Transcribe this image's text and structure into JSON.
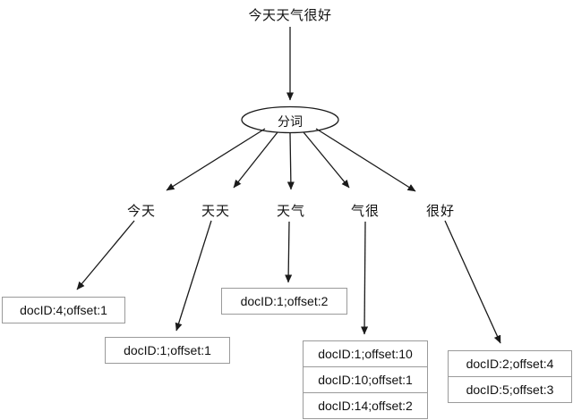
{
  "colors": {
    "background": "#ffffff",
    "line": "#1a1a1a",
    "box_border": "#9a9a9a",
    "text": "#111111"
  },
  "diagram": {
    "input_text": "今天天气很好",
    "segmenter_label": "分词",
    "postings": [
      {
        "term": "今天",
        "entries": [
          "docID:4;offset:1"
        ]
      },
      {
        "term": "天天",
        "entries": [
          "docID:1;offset:1"
        ]
      },
      {
        "term": "天气",
        "entries": [
          "docID:1;offset:2"
        ]
      },
      {
        "term": "气很",
        "entries": [
          "docID:1;offset:10",
          "docID:10;offset:1",
          "docID:14;offset:2"
        ]
      },
      {
        "term": "很好",
        "entries": [
          "docID:2;offset:4",
          "docID:5;offset:3"
        ]
      }
    ]
  }
}
